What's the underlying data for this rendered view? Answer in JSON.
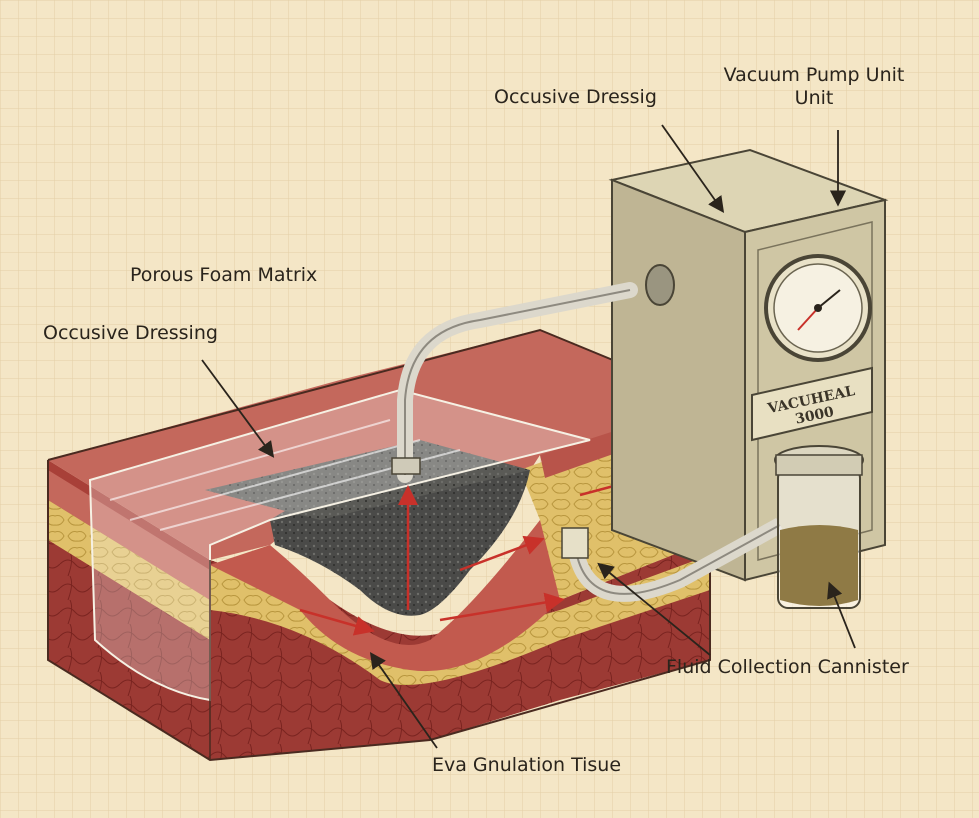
{
  "labels": {
    "pump_line1": "Vacuum Pump Unit",
    "pump_line2": "Unit",
    "dressing_top": "Occusive Dressig",
    "foam": "Porous Foam Matrix",
    "dressing_left": "Occusive Dressing",
    "canister": "Fluid Collection Cannister",
    "granulation": "Eva Gnulation Tisue"
  },
  "device": {
    "brand": "VACUHEAL 3000"
  },
  "colors": {
    "paper": "#f4e6c6",
    "grid": "#e3cfa6",
    "ink": "#2a241c",
    "dermis": "#b8544a",
    "fat": "#e0c06a",
    "muscle": "#9c3a34",
    "foam": "#4a4a48",
    "pump_body": "#cfc6a4",
    "fluid": "#8f7a45",
    "arrow": "#c8312a"
  },
  "icons": [
    "pressure-gauge-icon",
    "suction-arrow-icon"
  ]
}
